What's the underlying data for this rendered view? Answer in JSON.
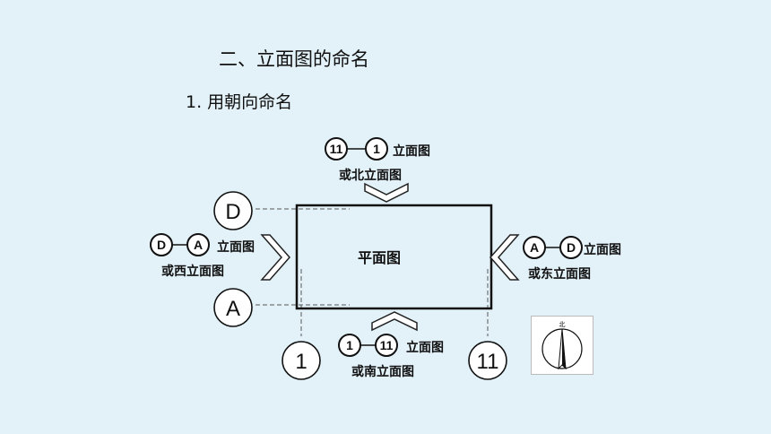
{
  "heading": "二、立面图的命名",
  "subheading": "1. 用朝向命名",
  "plan_label": "平面图",
  "top": {
    "badge_a": "11",
    "badge_b": "1",
    "name": "立面图",
    "alt": "或北立面图"
  },
  "bottom": {
    "badge_a": "1",
    "badge_b": "11",
    "name": "立面图",
    "alt": "或南立面图"
  },
  "left": {
    "badge_a": "D",
    "badge_b": "A",
    "name": "立面图",
    "alt": "或西立面图"
  },
  "right": {
    "badge_a": "A",
    "badge_b": "D",
    "name": "立面图",
    "alt": "或东立面图"
  },
  "axes": {
    "d": "D",
    "a": "A",
    "one": "1",
    "eleven": "11"
  },
  "compass_letter": "北"
}
